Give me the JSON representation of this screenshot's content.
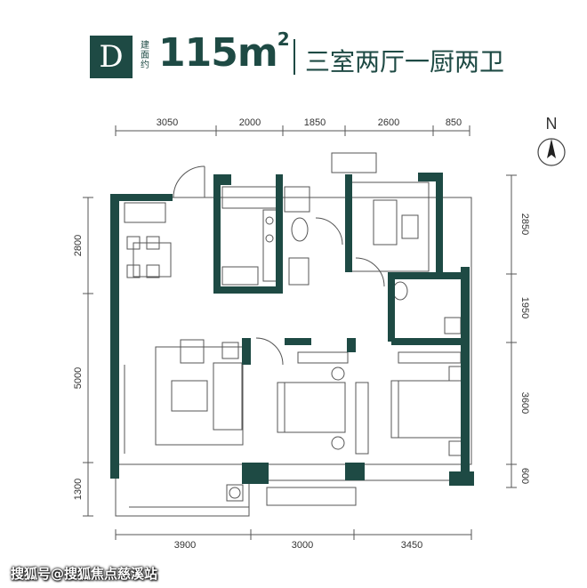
{
  "header": {
    "unit_letter": "D",
    "area_note": "建面约",
    "area_value": "115m",
    "area_sup": "2",
    "layout_text": "三室两厅一厨两卫"
  },
  "compass": {
    "label": "N"
  },
  "dimensions": {
    "top": [
      "3050",
      "2000",
      "1850",
      "2600",
      "850"
    ],
    "bottom": [
      "3900",
      "3000",
      "3450"
    ],
    "left": [
      "2800",
      "5000",
      "1300"
    ],
    "right": [
      "2850",
      "1950",
      "3600",
      "600"
    ]
  },
  "watermark": "搜狐号@搜狐焦点慈溪站",
  "colors": {
    "wall": "#1e4a44",
    "line": "#666666",
    "badge": "#1e4a44"
  }
}
